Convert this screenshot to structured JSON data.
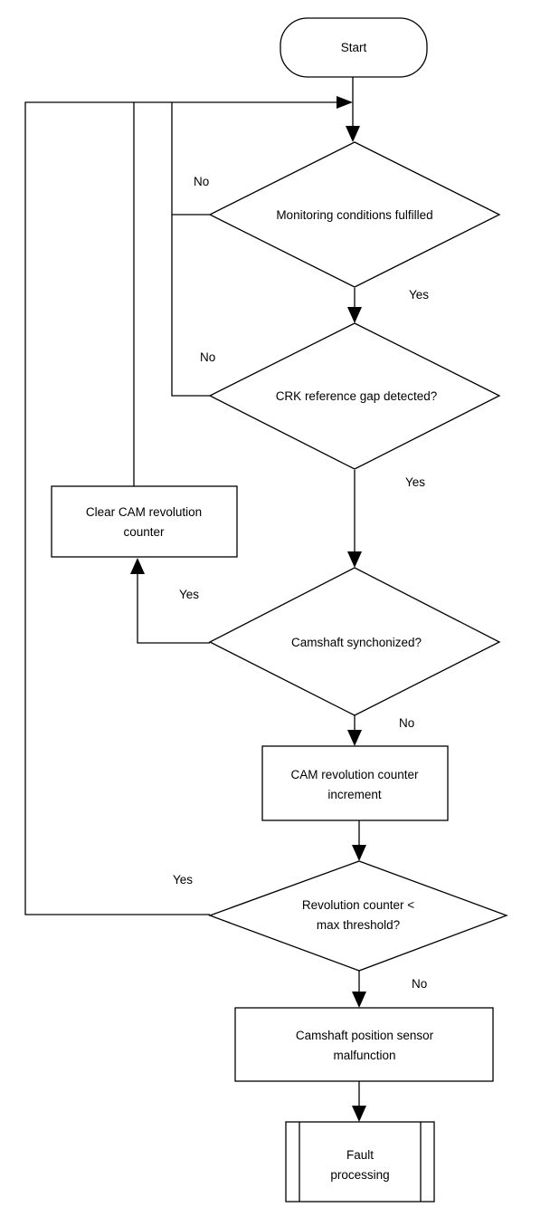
{
  "nodes": {
    "start": "Start",
    "monitoring": "Monitoring conditions fulfilled",
    "crk_gap": "CRK reference gap detected?",
    "clear_counter": [
      "Clear CAM revolution",
      "counter"
    ],
    "cam_sync": "Camshaft synchonized?",
    "increment": [
      "CAM revolution counter",
      "increment"
    ],
    "threshold": [
      "Revolution counter <",
      "max threshold?"
    ],
    "malfunction": [
      "Camshaft position sensor",
      "malfunction"
    ],
    "fault": [
      "Fault",
      "processing"
    ]
  },
  "edges": {
    "monitoring_no": "No",
    "monitoring_yes": "Yes",
    "crk_no": "No",
    "crk_yes": "Yes",
    "sync_yes": "Yes",
    "sync_no": "No",
    "threshold_yes": "Yes",
    "threshold_no": "No"
  }
}
